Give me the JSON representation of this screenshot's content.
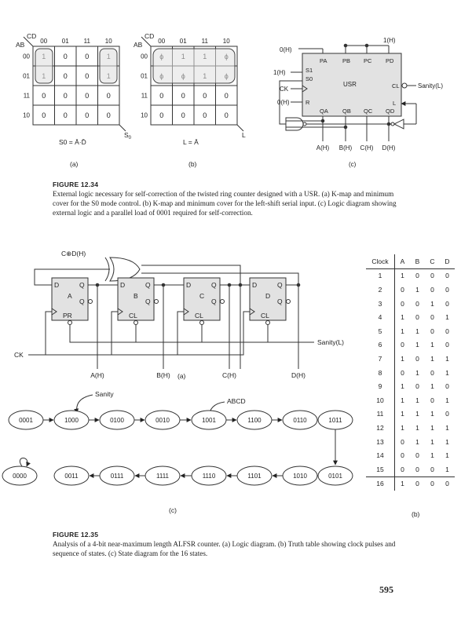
{
  "fig_12_34": {
    "kmap_a": {
      "corner_top": "CD",
      "corner_left": "AB",
      "cols": [
        "00",
        "01",
        "11",
        "10"
      ],
      "rows": [
        "00",
        "01",
        "11",
        "10"
      ],
      "cells": [
        [
          "1",
          "0",
          "0",
          "1"
        ],
        [
          "1",
          "0",
          "0",
          "1"
        ],
        [
          "0",
          "0",
          "0",
          "0"
        ],
        [
          "0",
          "0",
          "0",
          "0"
        ]
      ],
      "output": "S0",
      "equation": "S0 = Ā·D̄",
      "sublabel": "(a)"
    },
    "kmap_b": {
      "corner_top": "CD",
      "corner_left": "AB",
      "cols": [
        "00",
        "01",
        "11",
        "10"
      ],
      "rows": [
        "00",
        "01",
        "11",
        "10"
      ],
      "cells": [
        [
          "ϕ",
          "1",
          "1",
          "ϕ"
        ],
        [
          "ϕ",
          "ϕ",
          "1",
          "ϕ"
        ],
        [
          "0",
          "0",
          "0",
          "0"
        ],
        [
          "0",
          "0",
          "0",
          "0"
        ]
      ],
      "output": "L",
      "equation": "L = Ā",
      "sublabel": "(b)"
    },
    "usr": {
      "name": "USR",
      "pins_top": [
        "PA",
        "PB",
        "PC",
        "PD"
      ],
      "pins_bottom": [
        "QA",
        "QB",
        "QC",
        "QD"
      ],
      "in_top": "1(H)",
      "in_pa": "0(H)",
      "in_s1": "1(H)",
      "in_ck": "CK",
      "in_r": "0(H)",
      "s1": "S1",
      "s0": "S0",
      "r": "R",
      "cl": "CL",
      "l": "L",
      "sanity": "Sanity(L)",
      "outputs": [
        "A(H)",
        "B(H)",
        "C(H)",
        "D(H)"
      ],
      "sublabel": "(c)"
    },
    "caption_title": "FIGURE 12.34",
    "caption_text": "External logic necessary for self-correction of the twisted ring counter designed with a USR. (a) K-map and minimum cover for the S0 mode control. (b) K-map and minimum cover for the left-shift serial input. (c) Logic diagram showing external logic and a parallel load of 0001 required for self-correction."
  },
  "fig_12_35": {
    "logic": {
      "xor_label": "C⊕D(H)",
      "ffs": [
        {
          "name": "A",
          "ctrl": "PR"
        },
        {
          "name": "B",
          "ctrl": "CL"
        },
        {
          "name": "C",
          "ctrl": "CL"
        },
        {
          "name": "D",
          "ctrl": "CL"
        }
      ],
      "pin_d": "D",
      "pin_q": "Q",
      "ck": "CK",
      "sanity": "Sanity(L)",
      "outputs": [
        "A(H)",
        "B(H)",
        "C(H)",
        "D(H)"
      ],
      "sublabel": "(a)"
    },
    "truth_table": {
      "headers": [
        "Clock",
        "A",
        "B",
        "C",
        "D"
      ],
      "rows": [
        [
          "1",
          "1",
          "0",
          "0",
          "0"
        ],
        [
          "2",
          "0",
          "1",
          "0",
          "0"
        ],
        [
          "3",
          "0",
          "0",
          "1",
          "0"
        ],
        [
          "4",
          "1",
          "0",
          "0",
          "1"
        ],
        [
          "5",
          "1",
          "1",
          "0",
          "0"
        ],
        [
          "6",
          "0",
          "1",
          "1",
          "0"
        ],
        [
          "7",
          "1",
          "0",
          "1",
          "1"
        ],
        [
          "8",
          "0",
          "1",
          "0",
          "1"
        ],
        [
          "9",
          "1",
          "0",
          "1",
          "0"
        ],
        [
          "10",
          "1",
          "1",
          "0",
          "1"
        ],
        [
          "11",
          "1",
          "1",
          "1",
          "0"
        ],
        [
          "12",
          "1",
          "1",
          "1",
          "1"
        ],
        [
          "13",
          "0",
          "1",
          "1",
          "1"
        ],
        [
          "14",
          "0",
          "0",
          "1",
          "1"
        ],
        [
          "15",
          "0",
          "0",
          "0",
          "1"
        ],
        [
          "16",
          "1",
          "0",
          "0",
          "0"
        ]
      ],
      "sublabel": "(b)"
    },
    "state_diagram": {
      "top_row": [
        "0001",
        "1000",
        "0100",
        "0010",
        "1001",
        "1100",
        "0110",
        "1011"
      ],
      "bottom_row": [
        "0000",
        "0011",
        "0111",
        "1111",
        "1110",
        "1101",
        "1010",
        "0101"
      ],
      "sanity_label": "Sanity",
      "abcd_label": "ABCD",
      "sublabel": "(c)"
    },
    "caption_title": "FIGURE 12.35",
    "caption_text": "Analysis of a 4-bit near-maximum length ALFSR counter. (a) Logic diagram. (b) Truth table showing clock pulses and sequence of states. (c) State diagram for the 16 states."
  },
  "page_number": "595"
}
